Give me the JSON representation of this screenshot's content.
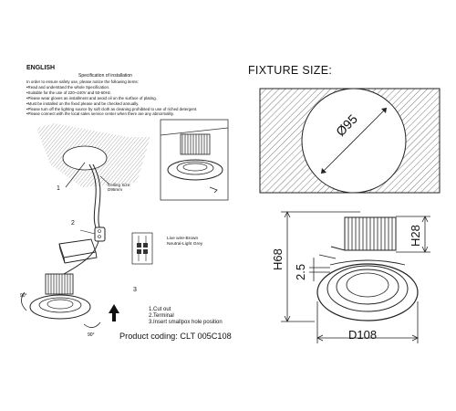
{
  "header": {
    "english": "ENGLISH",
    "spec_title": "Specification of installation"
  },
  "instructions": [
    "In order to ensure safety use, please notice the following items:",
    "•Read and understand the whole Specification.",
    "•Suitable for the use of 220~240V and 50-60Hz.",
    "•Please wear gloves as installment and avoid oil on the surface of plating.",
    "•Must be installed on the fixed please and be checked annually.",
    "•Please turn off the lighting source by soft cloth as cleaning prohibited to use of riched detergent.",
    "•Please connect with the local sales service center when there are any abnormality."
  ],
  "ceiling_label": [
    "Ceiling Size:",
    "D95mm"
  ],
  "wire_label": [
    "Live wire-Brown",
    "Neutral-Light Grey"
  ],
  "callouts": [
    "1",
    "2",
    "3"
  ],
  "steps": [
    "1.Cut out",
    "2.Terminal",
    "3.Insert smallpox hole position"
  ],
  "product_coding": "Product coding: CLT 005C108",
  "fixture": {
    "title": "FIXTURE SIZE:",
    "cutout": "Ø95",
    "h68": "H68",
    "h28": "H28",
    "d25": "2.5",
    "d108": "D108"
  },
  "colors": {
    "line": "#222222",
    "hatch": "#555555"
  }
}
